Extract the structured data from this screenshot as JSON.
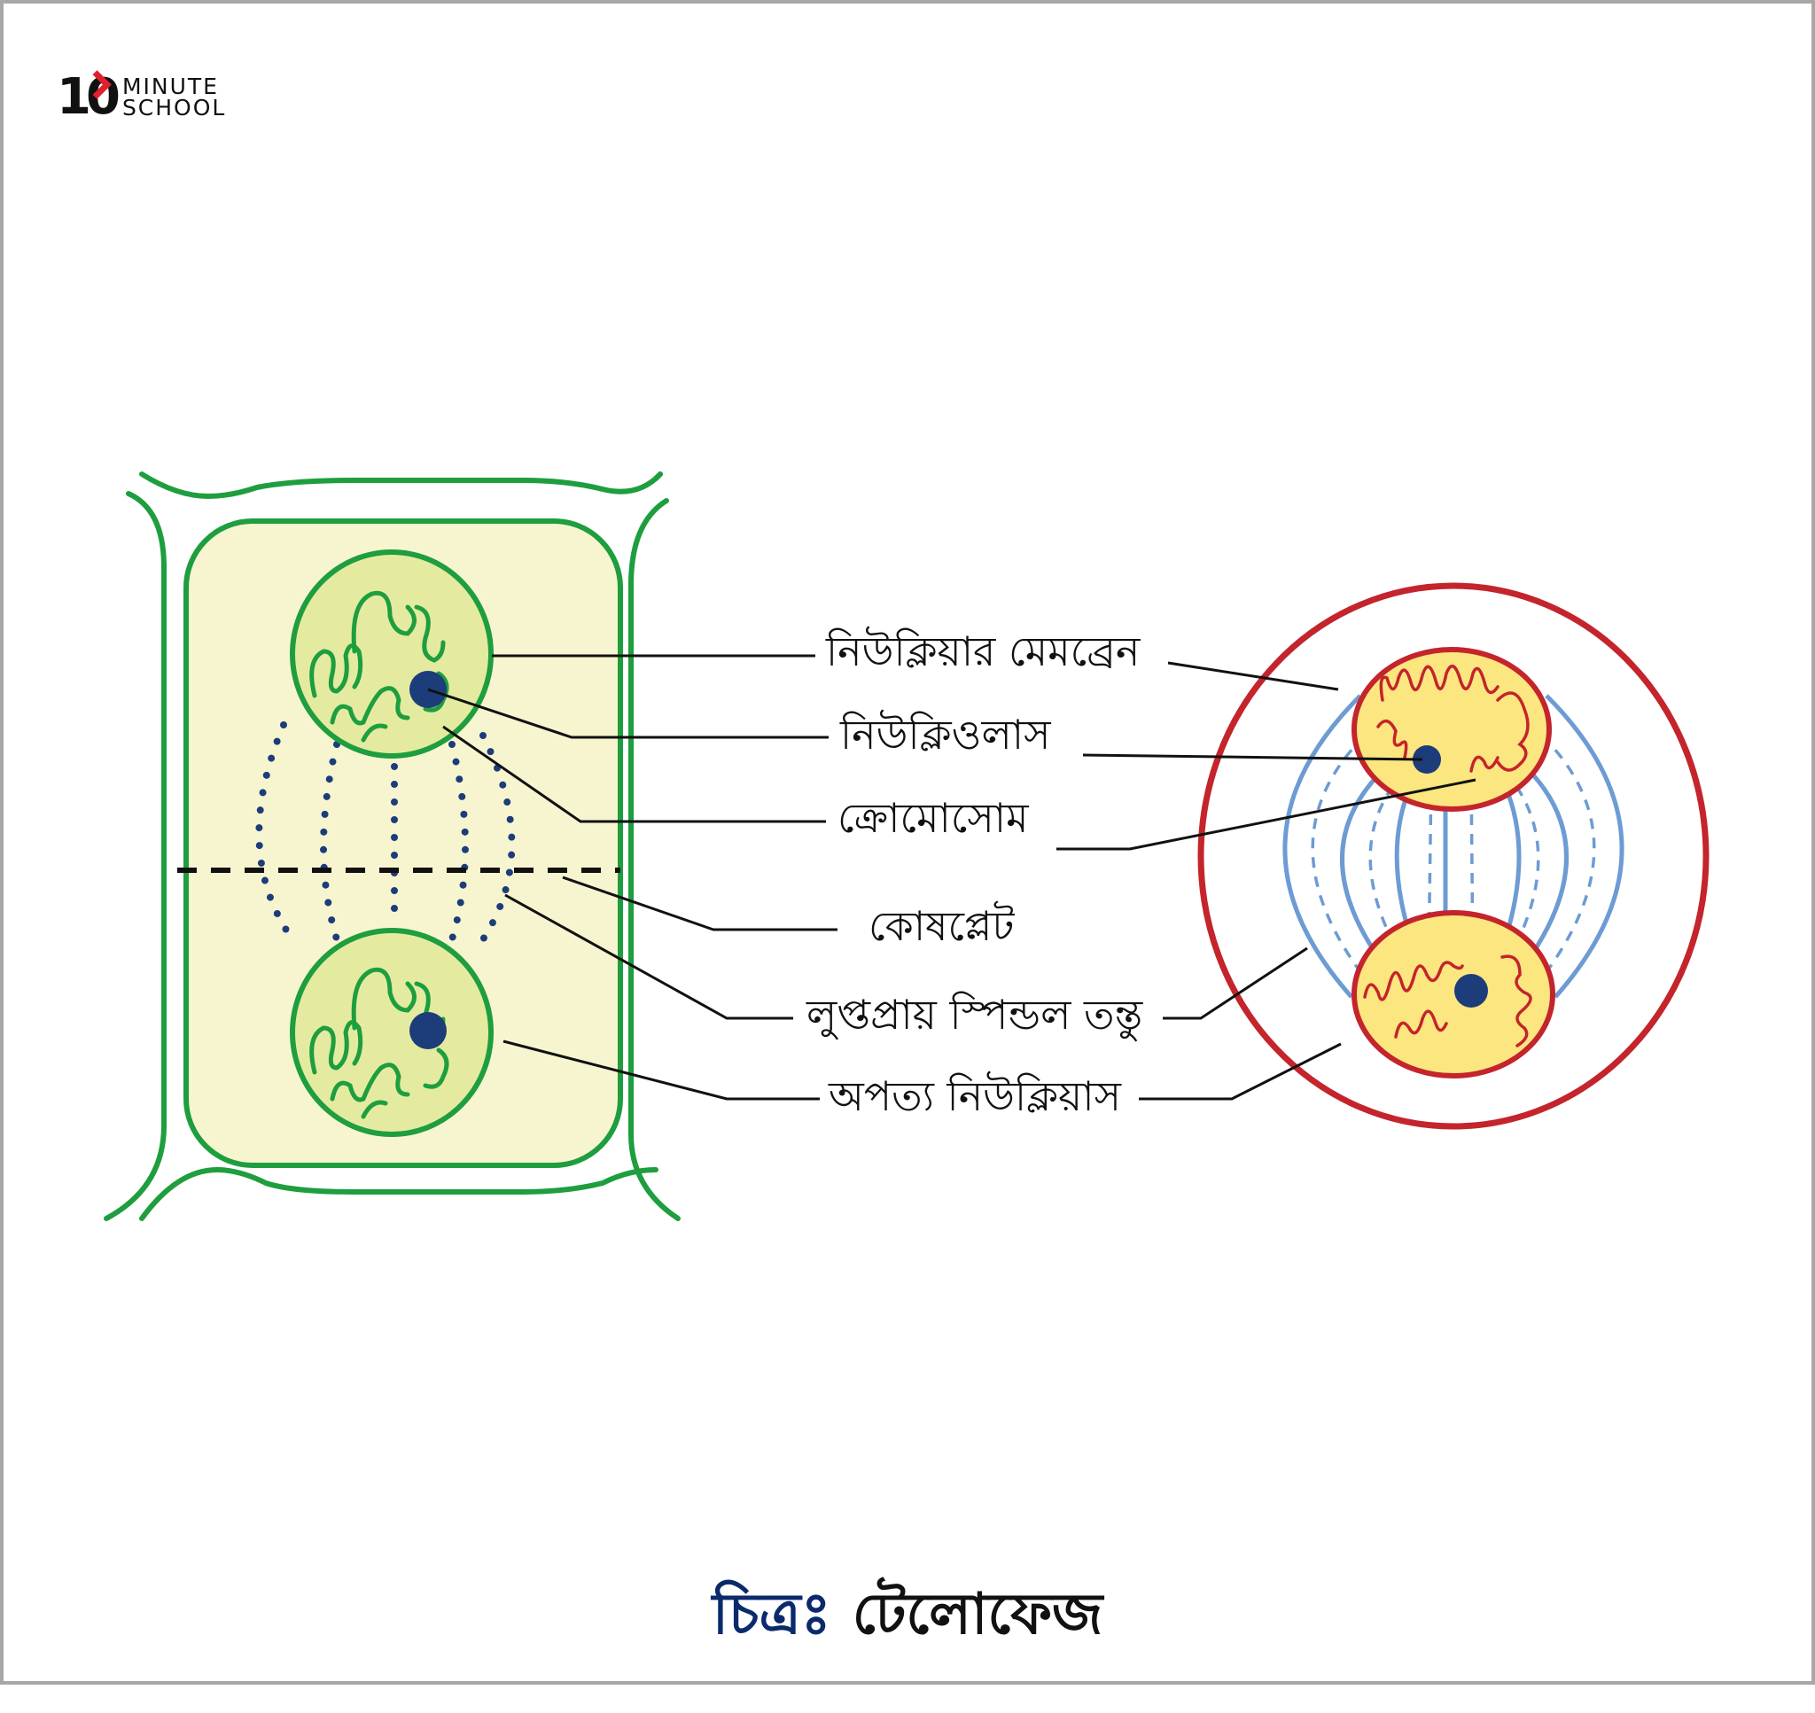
{
  "logo": {
    "number": "10",
    "line1": "MINUTE",
    "line2": "SCHOOL",
    "accent_color": "#e0202e"
  },
  "labels": {
    "nuclear_membrane": "নিউক্লিয়ার মেমব্রেন",
    "nucleolus": "নিউক্লিওলাস",
    "chromosome": "ক্রোমোসোম",
    "cell_plate": "কোষপ্লেট",
    "spindle_fiber": "লুপ্তপ্রায় স্পিন্ডল তন্তু",
    "daughter_nucleus": "অপত্য নিউক্লিয়াস"
  },
  "caption": {
    "prefix": "চিত্রঃ",
    "title": "টেলোফেজ"
  },
  "colors": {
    "plant_wall": "#1e9e3e",
    "plant_cytoplasm": "#f7f5cf",
    "plant_nucleus": "#e4eba0",
    "nucleolus": "#1d3c7a",
    "animal_membrane": "#c4242c",
    "animal_nucleus": "#fbe680",
    "spindle": "#6d9bd4",
    "caption_prefix": "#0b2a6b",
    "frame": "#a9a6a6"
  }
}
